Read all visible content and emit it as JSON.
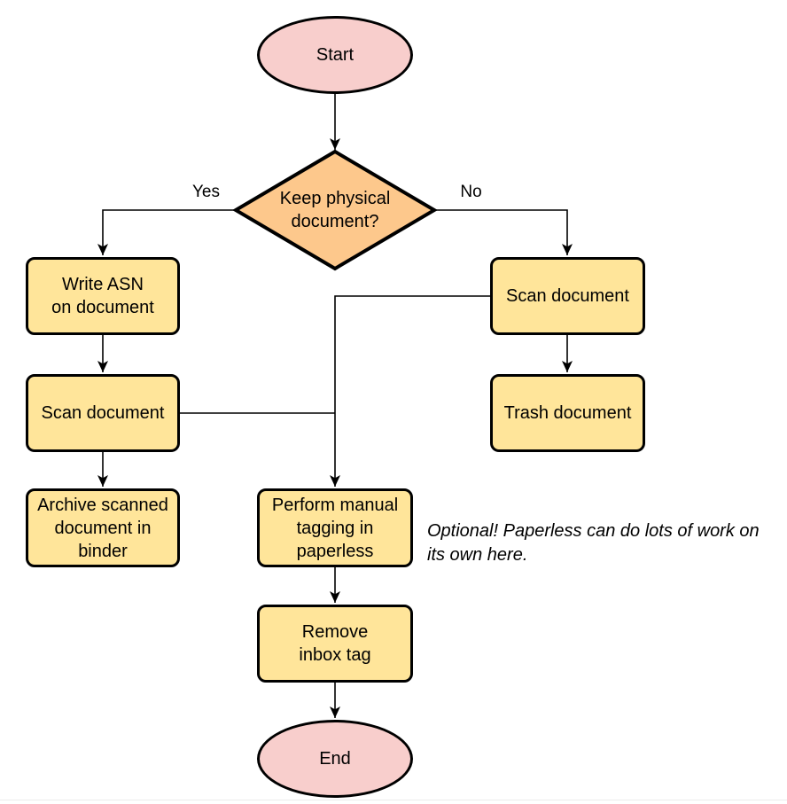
{
  "palette": {
    "terminator_fill": "#f8cecc",
    "decision_fill": "#fdc88c",
    "process_fill": "#ffe59a",
    "stroke": "#000000",
    "line_color": "#000000",
    "text_color": "#000000",
    "bottom_rule": "#ececec"
  },
  "nodes": {
    "start": {
      "label": "Start"
    },
    "decision": {
      "label": "Keep physical\ndocument?"
    },
    "write_asn": {
      "label": "Write ASN\non document"
    },
    "scan_left": {
      "label": "Scan document"
    },
    "archive": {
      "label": "Archive scanned\ndocument in\nbinder"
    },
    "scan_right": {
      "label": "Scan document"
    },
    "trash": {
      "label": "Trash document"
    },
    "perform_tagging": {
      "label": "Perform manual\ntagging in\npaperless"
    },
    "remove_inbox": {
      "label": "Remove\ninbox tag"
    },
    "end": {
      "label": "End"
    }
  },
  "edge_labels": {
    "yes": "Yes",
    "no": "No"
  },
  "note": {
    "text": "Optional! Paperless can do lots of work on\nits own here."
  }
}
